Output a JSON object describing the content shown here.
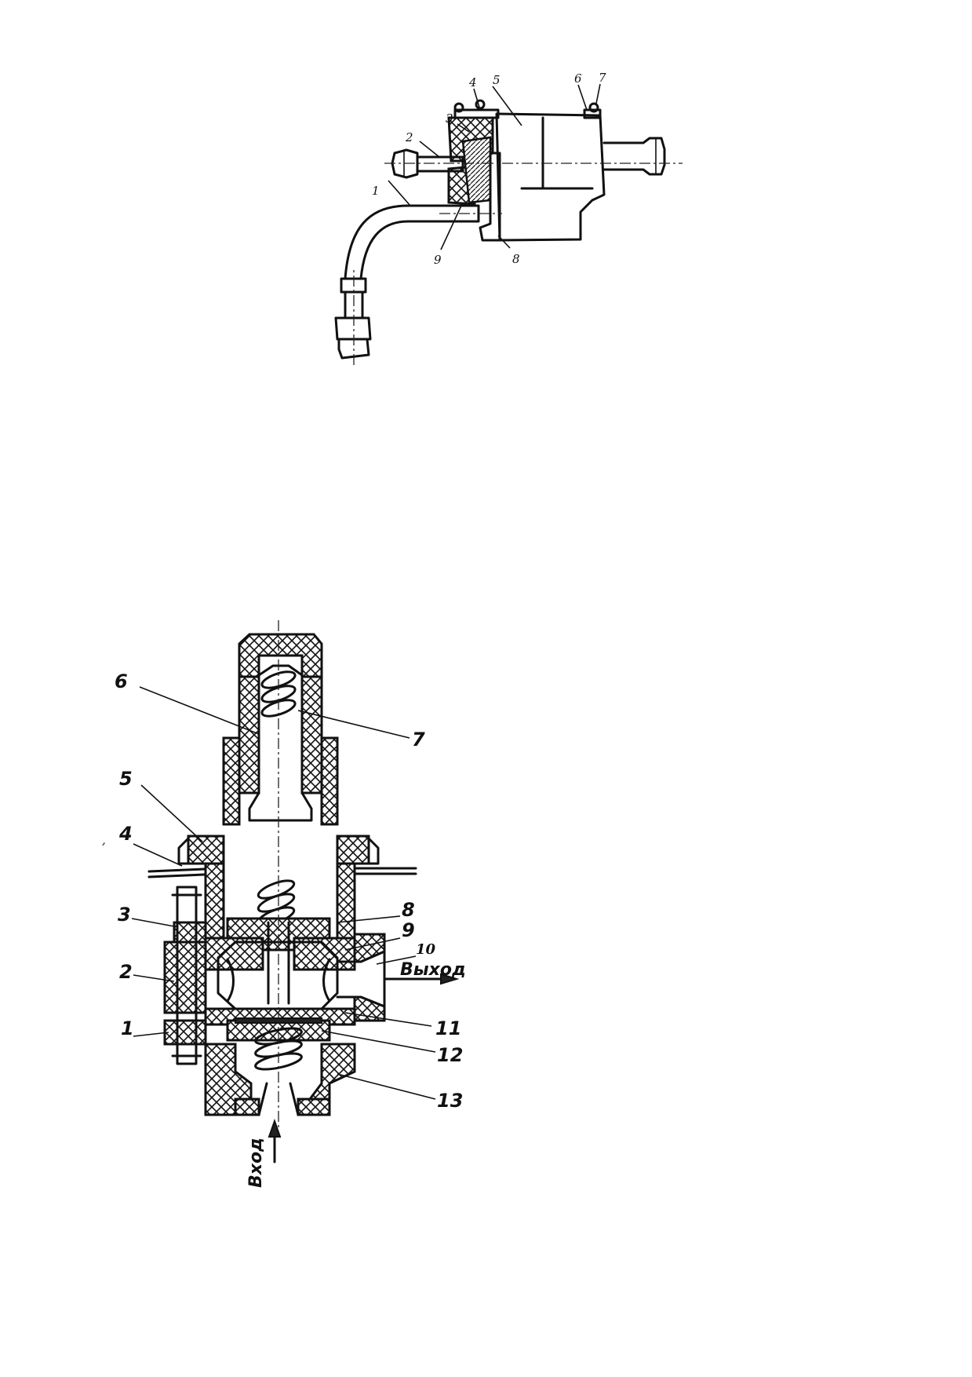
{
  "figure_top": {
    "labels": [
      "1",
      "2",
      "3",
      "4",
      "5",
      "6",
      "7",
      "8",
      "9"
    ]
  },
  "figure_bottom": {
    "labels": [
      "1",
      "2",
      "3",
      "4",
      "5",
      "6",
      "7",
      "8",
      "9",
      "10",
      "11",
      "12",
      "13"
    ],
    "outlet_label": "Выход",
    "inlet_label": "Вход",
    "stray_mark": ","
  }
}
